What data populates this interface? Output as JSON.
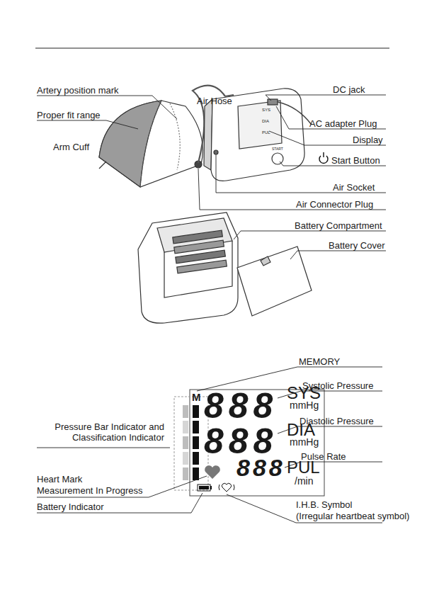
{
  "diagram": {
    "labels": [
      "Artery position mark",
      "Proper fit range",
      "Arm Cuff",
      "Air Hose",
      "DC jack",
      "AC adapter Plug",
      "Display",
      "Start Button",
      "Air Socket",
      "Air Connector Plug",
      "Battery Compartment",
      "Battery Cover",
      "SYS",
      "DIA",
      "PUL",
      "START",
      "MEMORY",
      "Systolic Pressure",
      "Diastolic Pressure",
      "Pulse Rate",
      "Pressure Bar Indicator and Classification Indicator",
      "Heart Mark",
      "Measurement In Progress",
      "Battery Indicator",
      "I.H.B. Symbol",
      "(Irregular heartbeat symbol)",
      "M",
      "888",
      "SYS",
      "mmHg",
      "888",
      "DIA",
      "mmHg",
      "888",
      "PUL",
      "/min"
    ]
  }
}
